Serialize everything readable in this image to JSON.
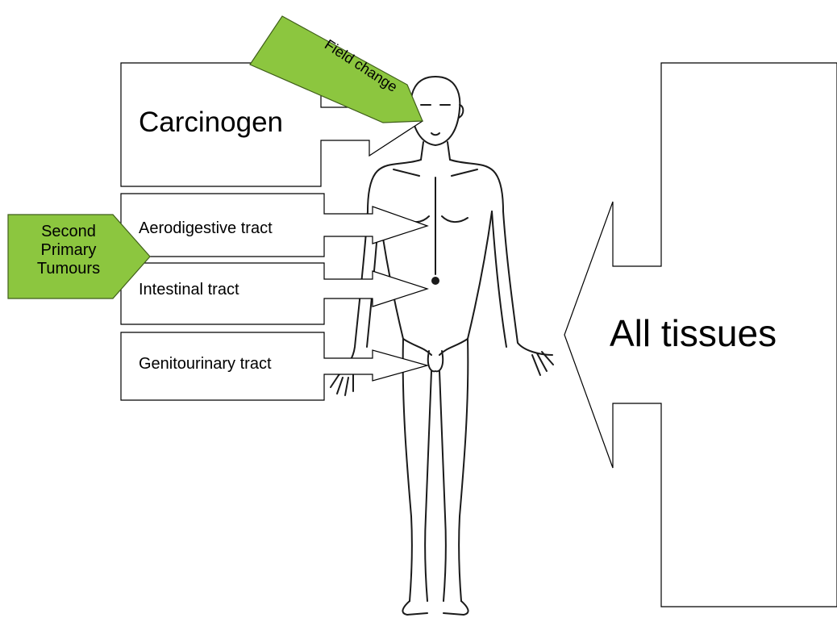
{
  "labels": {
    "carcinogen": "Carcinogen",
    "field_change": "Field change",
    "second_primary": [
      "Second",
      "Primary",
      "Tumours"
    ],
    "aerodigestive": "Aerodigestive tract",
    "intestinal": "Intestinal tract",
    "genitourinary": "Genitourinary tract",
    "all_tissues": "All tissues"
  },
  "colors": {
    "green_callout": "#8cc63f",
    "outline": "#000000",
    "figure_line": "#1a1a1a"
  },
  "icons": [
    "human-body-figure"
  ]
}
